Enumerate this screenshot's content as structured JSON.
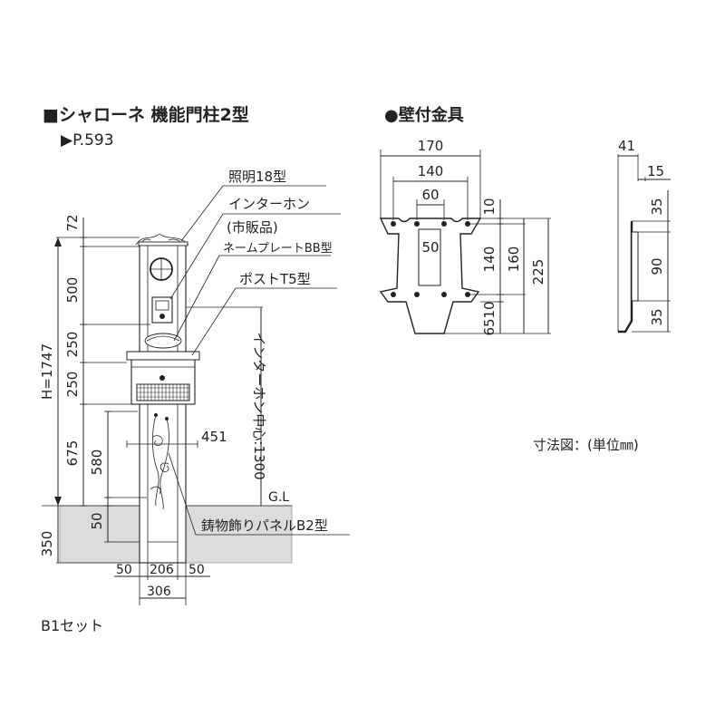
{
  "title": "■シャローネ 機能門柱2型",
  "page_ref": "▶P.593",
  "bracket_title": "●壁付金具",
  "scale_note": "寸法図：(単位㎜)",
  "set_label": "B1セット",
  "labels": {
    "light": "照明18型",
    "intercom": "インターホン",
    "intercom_note": "(市販品)",
    "nameplate": "ネームプレートBB型",
    "post": "ポストT5型",
    "intercom_center": "インターホン中心:1300",
    "gl": "G.L",
    "panel": "鋳物飾りパネルB2型",
    "total_height": "H=1747"
  },
  "post_dims": {
    "v72": "72",
    "v500": "500",
    "v250a": "250",
    "v250b": "250",
    "v675": "675",
    "v580": "580",
    "v50": "50",
    "v350": "350",
    "h451": "451",
    "w50a": "50",
    "w206": "206",
    "w50b": "50",
    "w306": "306"
  },
  "bracket_dims": {
    "w170": "170",
    "w140": "140",
    "w60": "60",
    "h10a": "10",
    "h140": "140",
    "h160": "160",
    "h225": "225",
    "h10b": "10",
    "h65": "65",
    "c50": "50",
    "s41": "41",
    "s15": "15",
    "s35a": "35",
    "s90": "90",
    "s35b": "35"
  }
}
